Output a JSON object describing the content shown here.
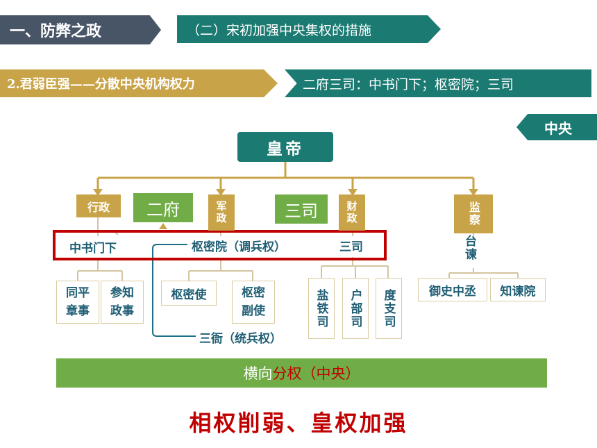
{
  "header": {
    "section": "一、防弊之政",
    "subsection": "（二）宋初加强中央集权的措施"
  },
  "row2": {
    "topic": "2.君弱臣强——分散中央机构权力",
    "structure": "二府三司：中书门下；枢密院；三司"
  },
  "tag_central": "中央",
  "chart": {
    "emperor": "皇帝",
    "admin": "行政",
    "military": "军政",
    "finance": "财政",
    "supervision": "监察",
    "er_fu": "二府",
    "san_si_label": "三司",
    "zhongshu": "中书门下",
    "shumi": "枢密院（调兵权）",
    "sansi": "三司",
    "taijian": "台谏",
    "tongping": "同平章事",
    "canzhi": "参知政事",
    "shumishi": "枢密使",
    "shumifushi": "枢密副使",
    "yantiesi": "盐铁司",
    "hubusi": "户部司",
    "duzhisi": "度支司",
    "yushizhongcheng": "御史中丞",
    "zhijianyuan": "知谏院",
    "sanya": "三衙（统兵权）"
  },
  "banner": {
    "prefix": "横向",
    "highlight": "分权",
    "suffix": "（中央）"
  },
  "conclusion": "相权削弱、皇权加强",
  "colors": {
    "dark_slate": "#485567",
    "teal": "#1b7a72",
    "gold": "#c9a348",
    "green": "#70ad47",
    "red": "#c00000",
    "navy_text": "#1f5e74"
  }
}
